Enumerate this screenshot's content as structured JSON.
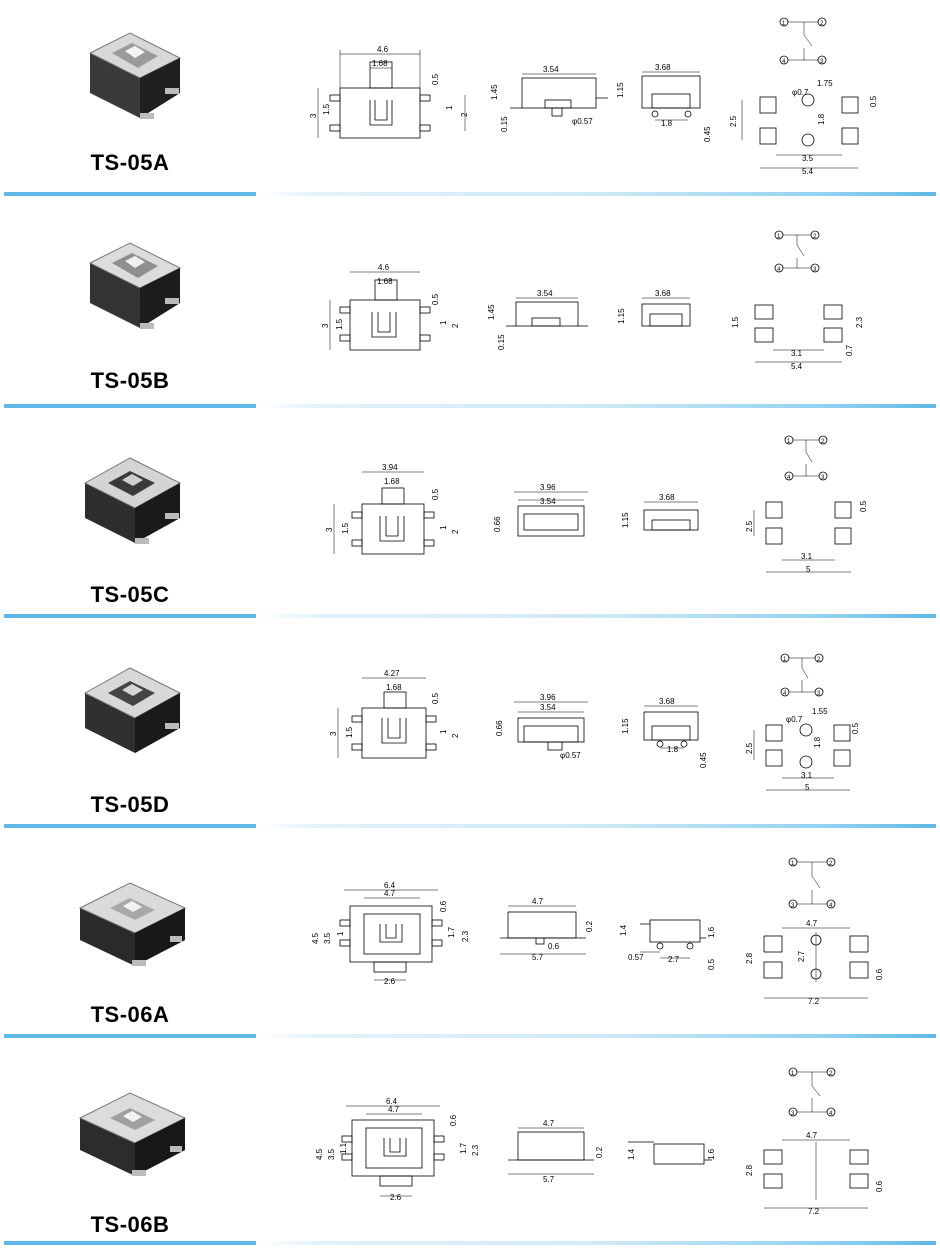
{
  "models": [
    {
      "name": "TS-05A",
      "top": [
        "4.6",
        "1.68",
        "0.5",
        "3",
        "1.5",
        "1",
        "2"
      ],
      "side": [
        "3.54",
        "1.45",
        "0.15",
        "φ0.57"
      ],
      "end": [
        "3.68",
        "1.15",
        "1.8",
        "0.45"
      ],
      "pcb": [
        "φ0.7",
        "1.75",
        "0.5",
        "2.5",
        "1.8",
        "3.5",
        "5.4"
      ],
      "pins": [
        "1",
        "2",
        "4",
        "3"
      ]
    },
    {
      "name": "TS-05B",
      "top": [
        "4.6",
        "1.68",
        "0.5",
        "3",
        "1.5",
        "1",
        "2"
      ],
      "side": [
        "3.54",
        "1.45",
        "0.15"
      ],
      "end": [
        "3.68",
        "1.15"
      ],
      "pcb": [
        "1.5",
        "2.3",
        "0.7",
        "3.1",
        "5.4"
      ],
      "pins": [
        "1",
        "2",
        "4",
        "3"
      ]
    },
    {
      "name": "TS-05C",
      "top": [
        "3.94",
        "1.68",
        "0.5",
        "3",
        "1.5",
        "1",
        "2"
      ],
      "side": [
        "3.96",
        "3.54",
        "0.66"
      ],
      "end": [
        "3.68",
        "1.15"
      ],
      "pcb": [
        "0.5",
        "2.5",
        "3.1",
        "5"
      ],
      "pins": [
        "1",
        "2",
        "4",
        "3"
      ]
    },
    {
      "name": "TS-05D",
      "top": [
        "4.27",
        "1.68",
        "0.5",
        "3",
        "1.5",
        "1",
        "2"
      ],
      "side": [
        "3.96",
        "3.54",
        "0.66",
        "φ0.57"
      ],
      "end": [
        "3.68",
        "1.15",
        "1.8",
        "0.45"
      ],
      "pcb": [
        "φ0.7",
        "1.55",
        "0.5",
        "2.5",
        "1.8",
        "3.1",
        "5"
      ],
      "pins": [
        "1",
        "2",
        "4",
        "3"
      ]
    },
    {
      "name": "TS-06A",
      "top": [
        "6.4",
        "4.7",
        "0.6",
        "4.5",
        "3.5",
        "1.7",
        "2.3",
        "1",
        "2.6"
      ],
      "side": [
        "4.7",
        "0.2",
        "0.6",
        "5.7"
      ],
      "end": [
        "1.4",
        "1.6",
        "0.57",
        "2.7",
        "0.5"
      ],
      "pcb": [
        "4.7",
        "2.7",
        "2.8",
        "0.6",
        "7.2"
      ],
      "pins": [
        "1",
        "2",
        "3",
        "4"
      ]
    },
    {
      "name": "TS-06B",
      "top": [
        "6.4",
        "4.7",
        "0.6",
        "4.5",
        "3.5",
        "1.1",
        "1.7",
        "2.3",
        "2.6"
      ],
      "side": [
        "4.7",
        "0.2",
        "5.7"
      ],
      "end": [
        "1.4",
        "1.6"
      ],
      "pcb": [
        "4.7",
        "2.8",
        "0.6",
        "7.2"
      ],
      "pins": [
        "1",
        "2",
        "3",
        "4"
      ]
    }
  ]
}
